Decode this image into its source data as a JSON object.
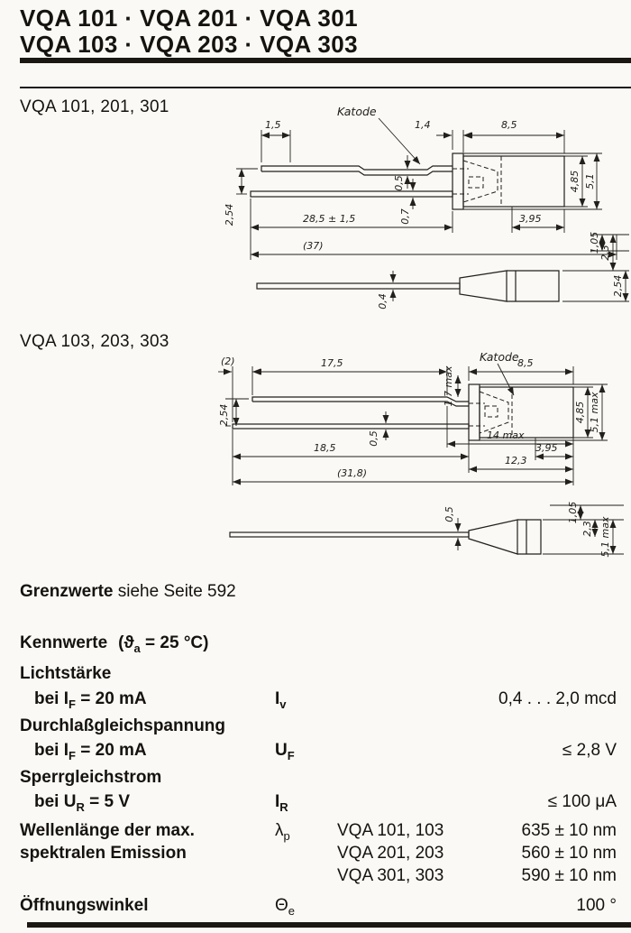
{
  "header": {
    "line1": "VQA 101 · VQA 201 · VQA 301",
    "line2": "VQA 103 · VQA 203 · VQA 303"
  },
  "drawing1": {
    "title": "VQA 101, 201, 301",
    "labels": {
      "lead_offset": "1,5",
      "katode": "Katode",
      "flange_width": "1,4",
      "body_length": "8,5",
      "lead_thickness_top": "0,5",
      "lead_pitch": "2,54",
      "lead_length": "28,5 ± 1,5",
      "lead_thickness_bottom": "0,7",
      "overall_length": "(37)",
      "body_height_inner": "4,85",
      "body_height_outer": "5,1",
      "body_tail": "3,95",
      "step_1": "1,05",
      "step_2": "2,3",
      "cone_width": "2,54",
      "lead_width_bottom": "0,4"
    }
  },
  "drawing2": {
    "title": "VQA 103, 203, 303",
    "labels": {
      "lead_offset": "(2)",
      "lead_straight": "17,5",
      "kink_height": "1,7 max",
      "katode": "Katode",
      "body_length": "8,5",
      "lead_pitch": "2,54",
      "lead_thickness": "0,5",
      "lead_length": "18,5",
      "cap_length": "14 max",
      "body_tail": "3,95",
      "inner_length": "12,3",
      "overall_length": "(31,8)",
      "body_height_inner": "4,85",
      "body_height_outer": "5,1 max",
      "lead_width_bottom": "0,5",
      "step_1": "1,05",
      "step_2": "2,3",
      "cone_width": "5,1 max"
    }
  },
  "grenzwerte": {
    "label": "Grenzwerte",
    "text": "siehe Seite 592"
  },
  "kennwerte": {
    "title": "Kennwerte",
    "cond_pre": "(ϑ",
    "cond_sub": "a",
    "cond_post": " = 25 °C)"
  },
  "params": {
    "luminous": {
      "group": "Lichtstärke",
      "cond_pre": "bei I",
      "cond_sub": "F",
      "cond_post": " = 20 mA",
      "sym": "I",
      "sym_sub": "v",
      "value": "0,4 . . . 2,0 mcd"
    },
    "forward": {
      "group": "Durchlaßgleichspannung",
      "cond_pre": "bei I",
      "cond_sub": "F",
      "cond_post": " = 20 mA",
      "sym": "U",
      "sym_sub": "F",
      "value": "≤ 2,8 V"
    },
    "reverse": {
      "group": "Sperrgleichstrom",
      "cond_pre": "bei U",
      "cond_sub": "R",
      "cond_post": " = 5 V",
      "sym": "I",
      "sym_sub": "R",
      "value": "≤ 100 μA"
    },
    "wavelength": {
      "label1": "Wellenlänge der max.",
      "label2": "spektralen Emission",
      "sym": "λ",
      "sym_sub": "p",
      "entries": [
        {
          "types": "VQA 101, 103",
          "value": "635 ± 10 nm"
        },
        {
          "types": "VQA 201, 203",
          "value": "560 ± 10 nm"
        },
        {
          "types": "VQA 301, 303",
          "value": "590 ± 10 nm"
        }
      ]
    },
    "angle": {
      "label": "Öffnungswinkel",
      "sym": "Θ",
      "sym_sub": "e",
      "value": "100 °"
    }
  }
}
